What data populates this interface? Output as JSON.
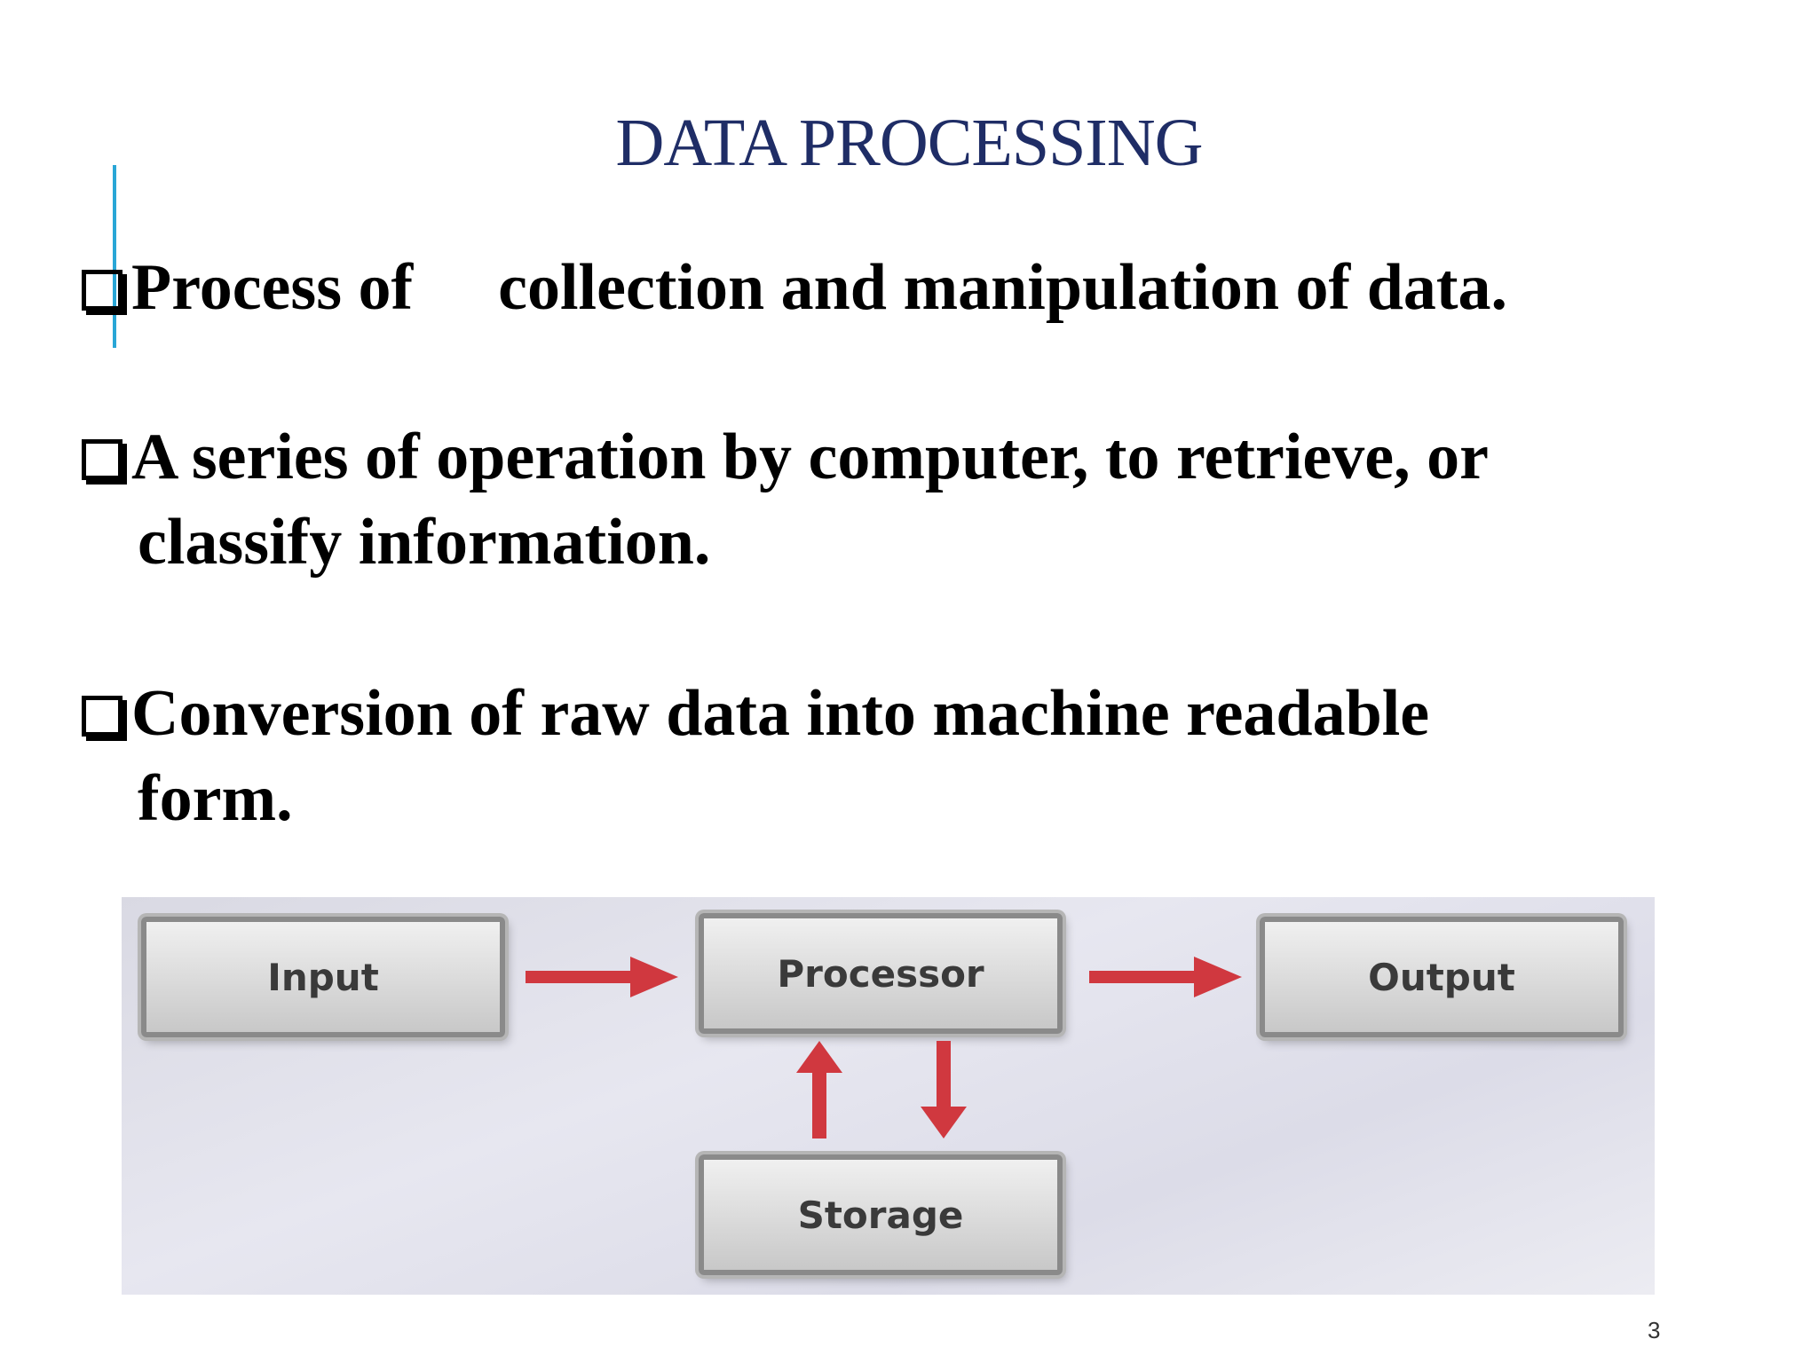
{
  "slide": {
    "title": "DATA PROCESSING",
    "page_number": "3"
  },
  "bullets": [
    {
      "text_a": "Process of",
      "text_b": "collection and manipulation of data."
    },
    {
      "line1": "A series of operation by computer, to retrieve, or",
      "line2": "classify information."
    },
    {
      "line1": "Conversion of raw data into machine readable",
      "line2": "form."
    }
  ],
  "diagram": {
    "nodes": {
      "input": "Input",
      "processor": "Processor",
      "output": "Output",
      "storage": "Storage"
    },
    "arrow_color": "#d0383f"
  },
  "colors": {
    "title": "#1f2d66",
    "accent_line": "#29a6d6"
  }
}
